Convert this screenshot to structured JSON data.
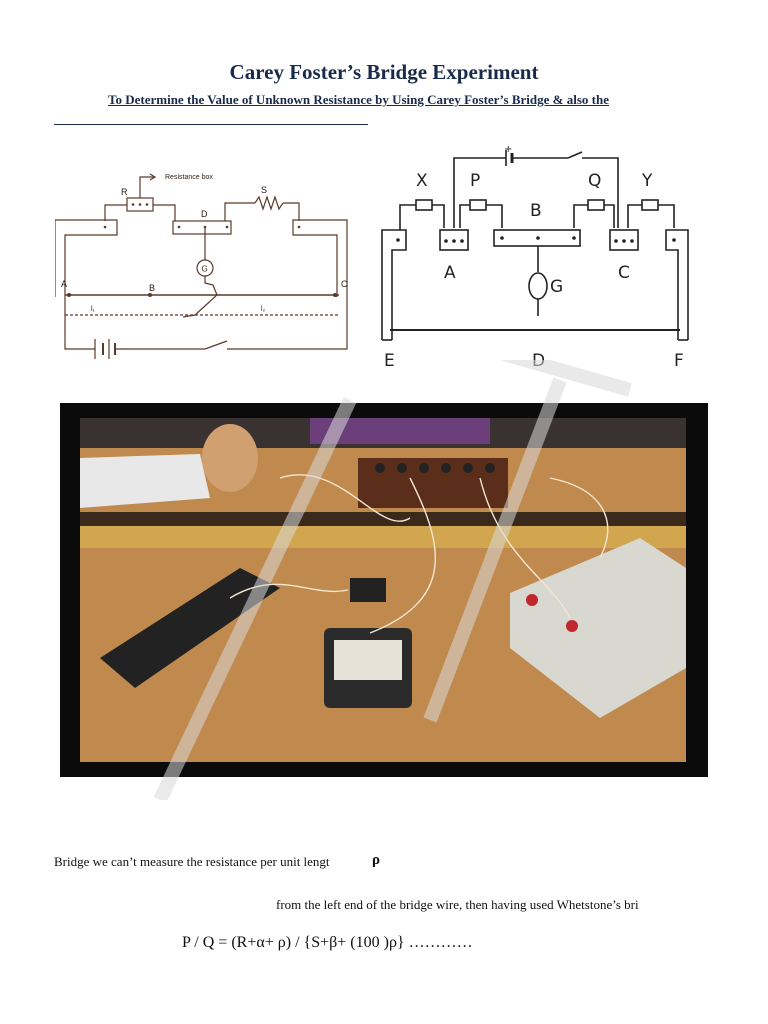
{
  "document": {
    "title": "Carey Foster’s Bridge Experiment",
    "subtitle": "To Determine the Value of Unknown Resistance by Using Carey Foster’s Bridge & also the"
  },
  "diagram_left": {
    "resistance_box_label": "Resistance box",
    "label_r": "R",
    "label_s": "S",
    "label_d": "D",
    "label_g": "G",
    "label_a": "A",
    "label_b": "B",
    "label_c": "C",
    "label_l1": "l₁",
    "label_l2": "l₂"
  },
  "diagram_right": {
    "label_x": "X",
    "label_p": "P",
    "label_b": "B",
    "label_q": "Q",
    "label_y": "Y",
    "label_a": "A",
    "label_g": "G",
    "label_c": "C",
    "label_e": "E",
    "label_d": "D",
    "label_f": "F",
    "battery_sign": "+"
  },
  "text": {
    "line1": "Bridge we can’t measure the resistance per unit lengt",
    "line1_symbol": "ρ",
    "line2": "from the left end of the bridge wire, then having used Whetstone’s bri",
    "equation": "P / Q = (R+α+   ρ) / {S+β+ (100      )ρ}         …………"
  },
  "colors": {
    "title": "#1a2a4a",
    "diagram_line": "#5a3a28",
    "photo_table": "#c08a4e"
  }
}
